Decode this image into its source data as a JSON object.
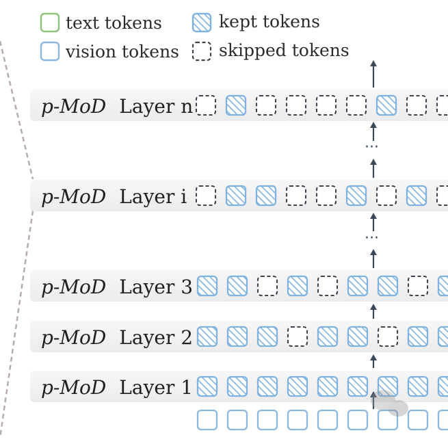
{
  "legend": [
    {
      "key": "text",
      "label": "text tokens"
    },
    {
      "key": "kept",
      "label": "kept tokens"
    },
    {
      "key": "vision",
      "label": "vision tokens"
    },
    {
      "key": "skipped",
      "label": "skipped tokens"
    }
  ],
  "layer_prefix": "p-MoD",
  "layers": [
    {
      "label": "Layer n",
      "tokens": [
        "skipped",
        "kept",
        "skipped",
        "skipped",
        "skipped",
        "skipped",
        "kept",
        "skipped",
        "skipped"
      ]
    },
    {
      "label": "Layer i",
      "tokens": [
        "skipped",
        "kept",
        "kept",
        "skipped",
        "skipped",
        "kept",
        "skipped",
        "kept",
        "skipped"
      ]
    },
    {
      "label": "Layer 3",
      "tokens": [
        "kept",
        "kept",
        "skipped",
        "kept",
        "skipped",
        "kept",
        "kept",
        "skipped",
        "kept"
      ]
    },
    {
      "label": "Layer 2",
      "tokens": [
        "kept",
        "kept",
        "kept",
        "skipped",
        "kept",
        "kept",
        "skipped",
        "kept",
        "kept"
      ]
    },
    {
      "label": "Layer 1",
      "tokens": [
        "kept",
        "kept",
        "kept",
        "kept",
        "kept",
        "kept",
        "kept",
        "kept",
        "kept"
      ]
    }
  ],
  "input_tokens": [
    "vision",
    "vision",
    "vision",
    "vision",
    "vision",
    "vision",
    "vision",
    "vision",
    "vision"
  ],
  "ellipsis": "···",
  "colors": {
    "text_token": "#8fc27a",
    "vision_token": "#8ab8e0",
    "kept_token": "#7fb2e0",
    "skipped_token": "#3d4450",
    "arrow": "#3a4a5a",
    "layer_band": "#f2f2f2",
    "dashed_line": "#b5a9a9"
  }
}
